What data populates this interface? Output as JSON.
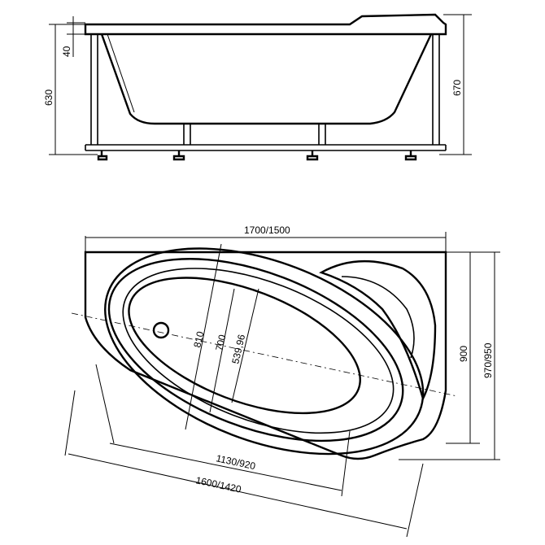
{
  "side_view": {
    "dims": {
      "rim_thickness": "40",
      "height_left": "630",
      "height_right": "670"
    }
  },
  "top_view": {
    "dims": {
      "overall_length": "1700/1500",
      "width_810": "810",
      "width_700": "700",
      "width_inner": "539,96",
      "right_width": "900",
      "overall_width": "970/950",
      "inner_length": "1130/920",
      "diagonal_length": "1600/1420"
    }
  }
}
